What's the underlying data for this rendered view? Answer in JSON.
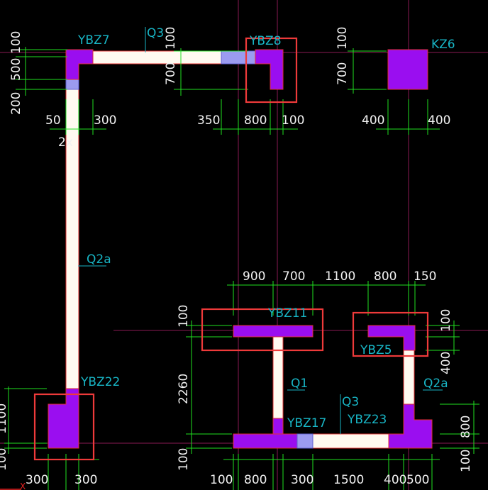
{
  "labels": {
    "ybz7": "YBZ7",
    "q3_top": "Q3",
    "ybz8": "YBZ8",
    "kz6": "KZ6",
    "q2a_left": "Q2a",
    "ybz22": "YBZ22",
    "ybz11": "YBZ11",
    "ybz5": "YBZ5",
    "q1": "Q1",
    "q2a_right": "Q2a",
    "q3_bottom": "Q3",
    "ybz17": "YBZ17",
    "ybz23": "YBZ23"
  },
  "dims": {
    "left_100": "100",
    "left_500": "500",
    "left_200": "200",
    "top_100": "100",
    "top_700": "700",
    "d_50": "50",
    "d_300": "300",
    "d_2x": "2x",
    "d_350": "350",
    "d_800": "800",
    "d_100": "100",
    "kz_100": "100",
    "kz_700": "700",
    "kz_400a": "400",
    "kz_400b": "400",
    "m_900": "900",
    "m_700": "700",
    "m_1100": "1100",
    "m_800": "800",
    "m_150": "150",
    "v_100": "100",
    "v_2260": "2260",
    "v_100b": "100",
    "r_100": "100",
    "r_400": "400",
    "r_800": "800",
    "r_100b": "100",
    "ll_1100": "1100",
    "ll_100": "100",
    "b_300a": "300",
    "b_300b": "300",
    "b_100": "100",
    "b_800": "800",
    "b_300": "300",
    "b_1500": "1500",
    "b_400": "400",
    "b_500": "500",
    "axis_x": "X"
  }
}
